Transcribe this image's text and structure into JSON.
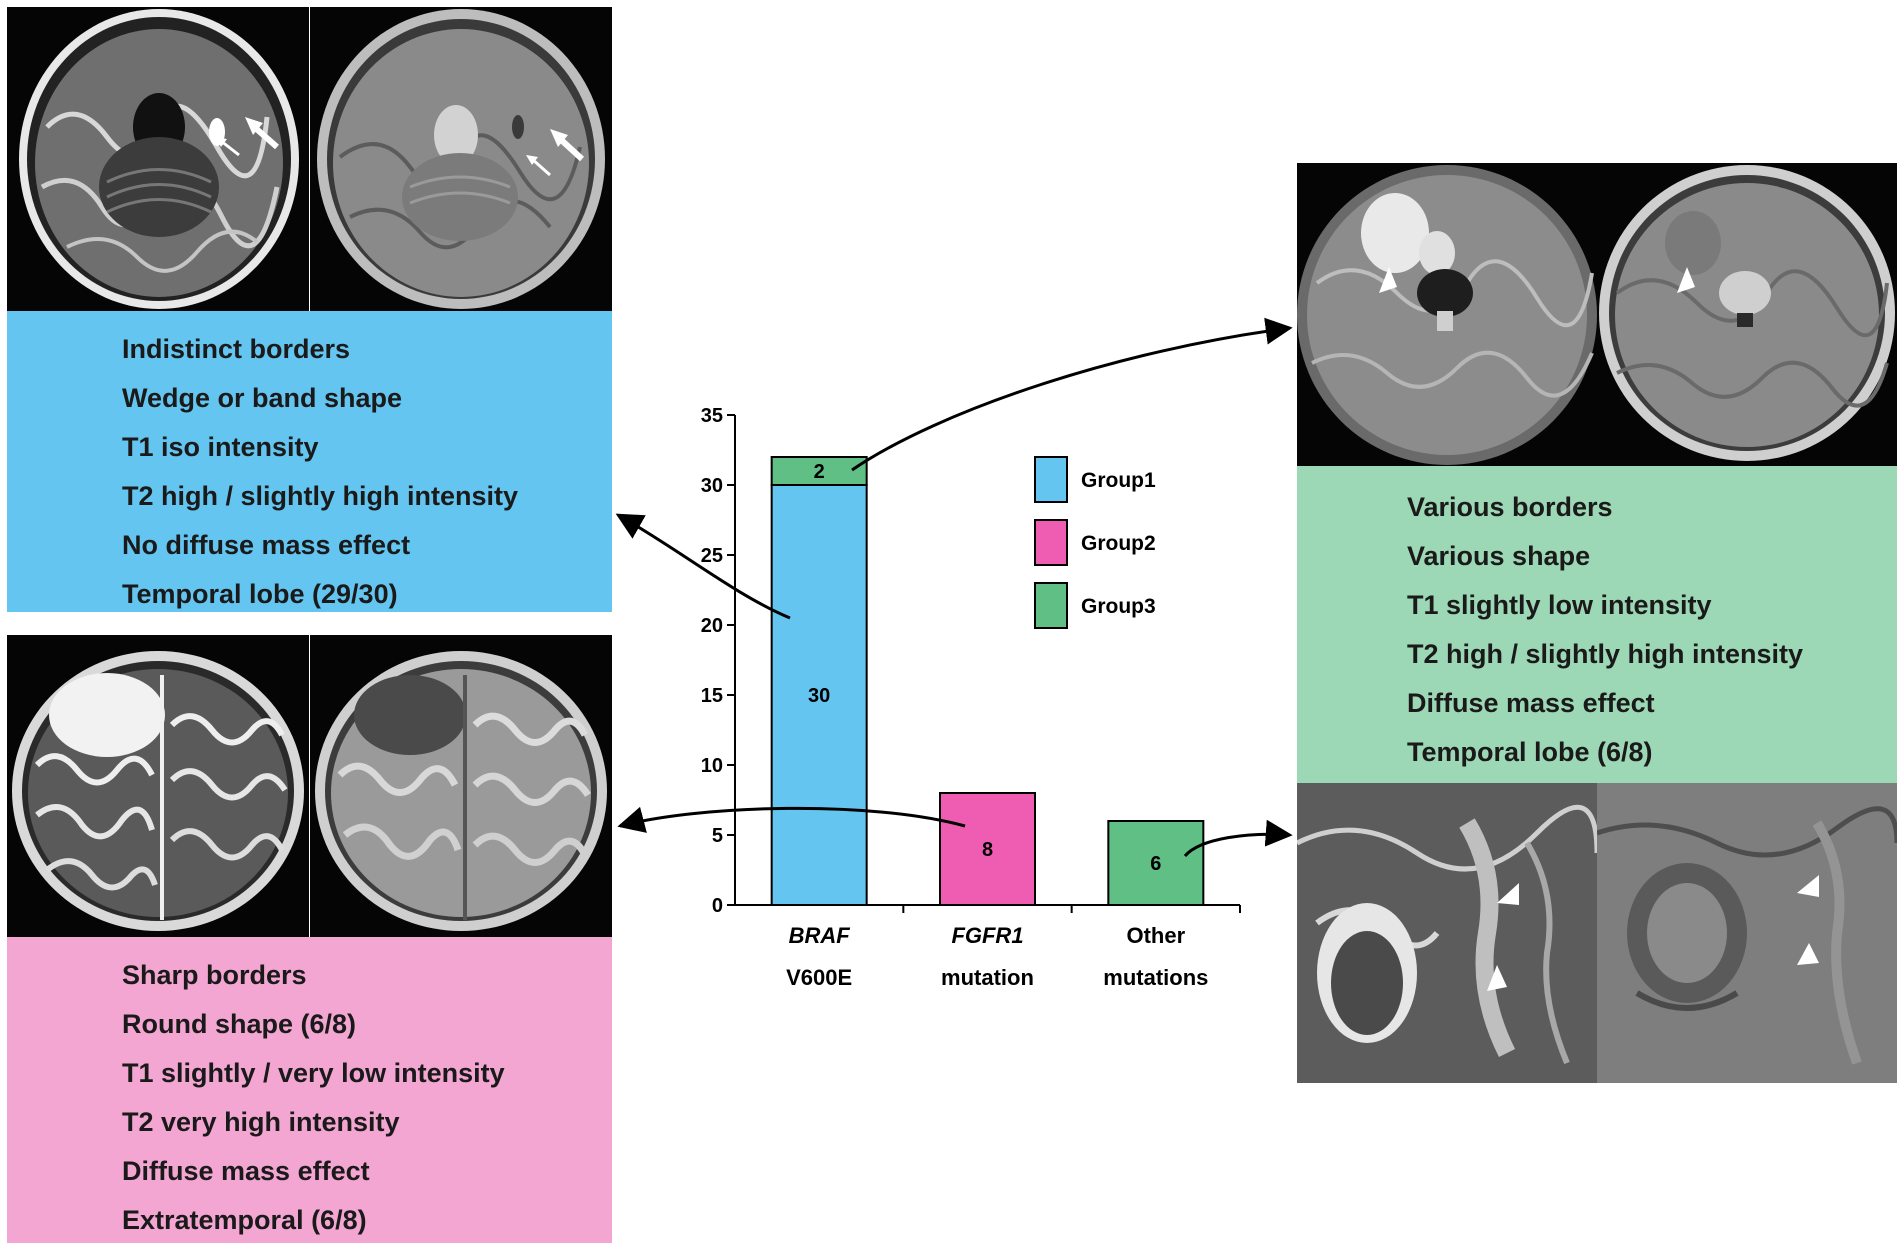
{
  "panels": {
    "group1": {
      "color": "#64c5f1",
      "features": [
        "Indistinct borders",
        "Wedge or band shape",
        "T1 iso intensity",
        "T2 high / slightly high intensity",
        "No diffuse mass effect",
        "Temporal lobe (29/30)"
      ]
    },
    "group2": {
      "color": "#f4a6d2",
      "features": [
        "Sharp borders",
        "Round shape (6/8)",
        "T1 slightly / very low intensity",
        "T2 very high intensity",
        "Diffuse mass effect",
        "Extratemporal (6/8)"
      ]
    },
    "group3": {
      "color": "#9dd8b6",
      "features": [
        "Various borders",
        "Various shape",
        "T1 slightly low intensity",
        "T2 high / slightly high intensity",
        "Diffuse mass effect",
        "Temporal lobe (6/8)"
      ]
    }
  },
  "chart_data": {
    "type": "bar",
    "stacked": true,
    "categories": [
      {
        "line1": "BRAF",
        "line1_italic": true,
        "line2": "V600E"
      },
      {
        "line1": "FGFR1",
        "line1_italic": true,
        "line2": "mutation"
      },
      {
        "line1": "Other",
        "line1_italic": false,
        "line2": "mutations"
      }
    ],
    "series": [
      {
        "name": "Group1",
        "color": "#64c5f1",
        "values": [
          30,
          0,
          0
        ]
      },
      {
        "name": "Group2",
        "color": "#ee5db2",
        "values": [
          0,
          8,
          0
        ]
      },
      {
        "name": "Group3",
        "color": "#5fbf85",
        "values": [
          2,
          0,
          6
        ]
      }
    ],
    "ylim": [
      0,
      35
    ],
    "yticks": [
      0,
      5,
      10,
      15,
      20,
      25,
      30,
      35
    ],
    "legend_position": "top-right",
    "grid": false
  }
}
